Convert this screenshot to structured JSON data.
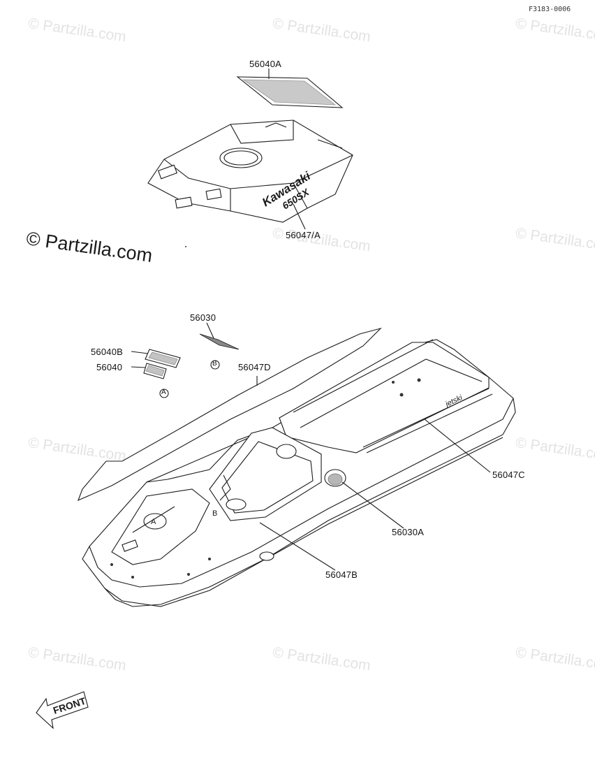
{
  "figure_id": "F3183-0006",
  "watermarks": {
    "small": "© Partzilla.com",
    "main": "© Partzilla.com"
  },
  "decal_text": {
    "brand": "Kawasaki",
    "model": "650SX",
    "hull_script": "jetski"
  },
  "callouts": {
    "p56040A": "56040A",
    "p56047_A": "56047/A",
    "p56030": "56030",
    "p56040B": "56040B",
    "p56040": "56040",
    "p56047D": "56047D",
    "p56047C": "56047C",
    "p56030A": "56030A",
    "p56047B": "56047B"
  },
  "markers": {
    "a": "A",
    "b": "B"
  },
  "direction_label": "FRONT"
}
